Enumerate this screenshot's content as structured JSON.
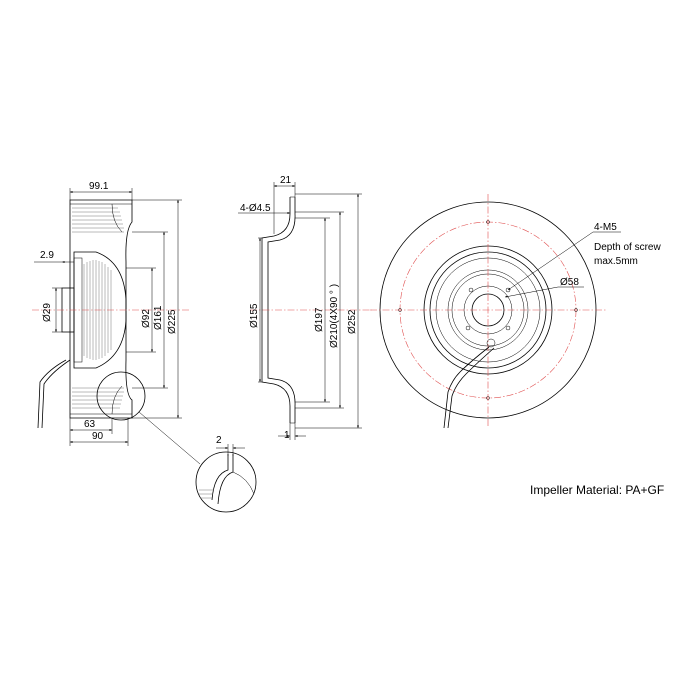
{
  "side_view": {
    "dims": {
      "width_overall": "99.1",
      "offset_small": "2.9",
      "dia_29": "Ø29",
      "dia_92": "Ø92",
      "dia_161": "Ø161",
      "dia_225": "Ø225",
      "width_63": "63",
      "width_90": "90"
    }
  },
  "detail": {
    "dim_2": "2"
  },
  "section_view": {
    "dims": {
      "top_21": "21",
      "holes": "4-Ø4.5",
      "dia_155": "Ø155",
      "dia_197": "Ø197",
      "dia_210": "Ø210(4X90 ° )",
      "dia_252": "Ø252",
      "bottom_1": "1"
    }
  },
  "front_view": {
    "screw_label": "4-M5",
    "screw_depth_line1": "Depth of screw",
    "screw_depth_line2": "max.5mm",
    "dia_58": "Ø58"
  },
  "material_label": "Impeller Material:  PA+GF"
}
